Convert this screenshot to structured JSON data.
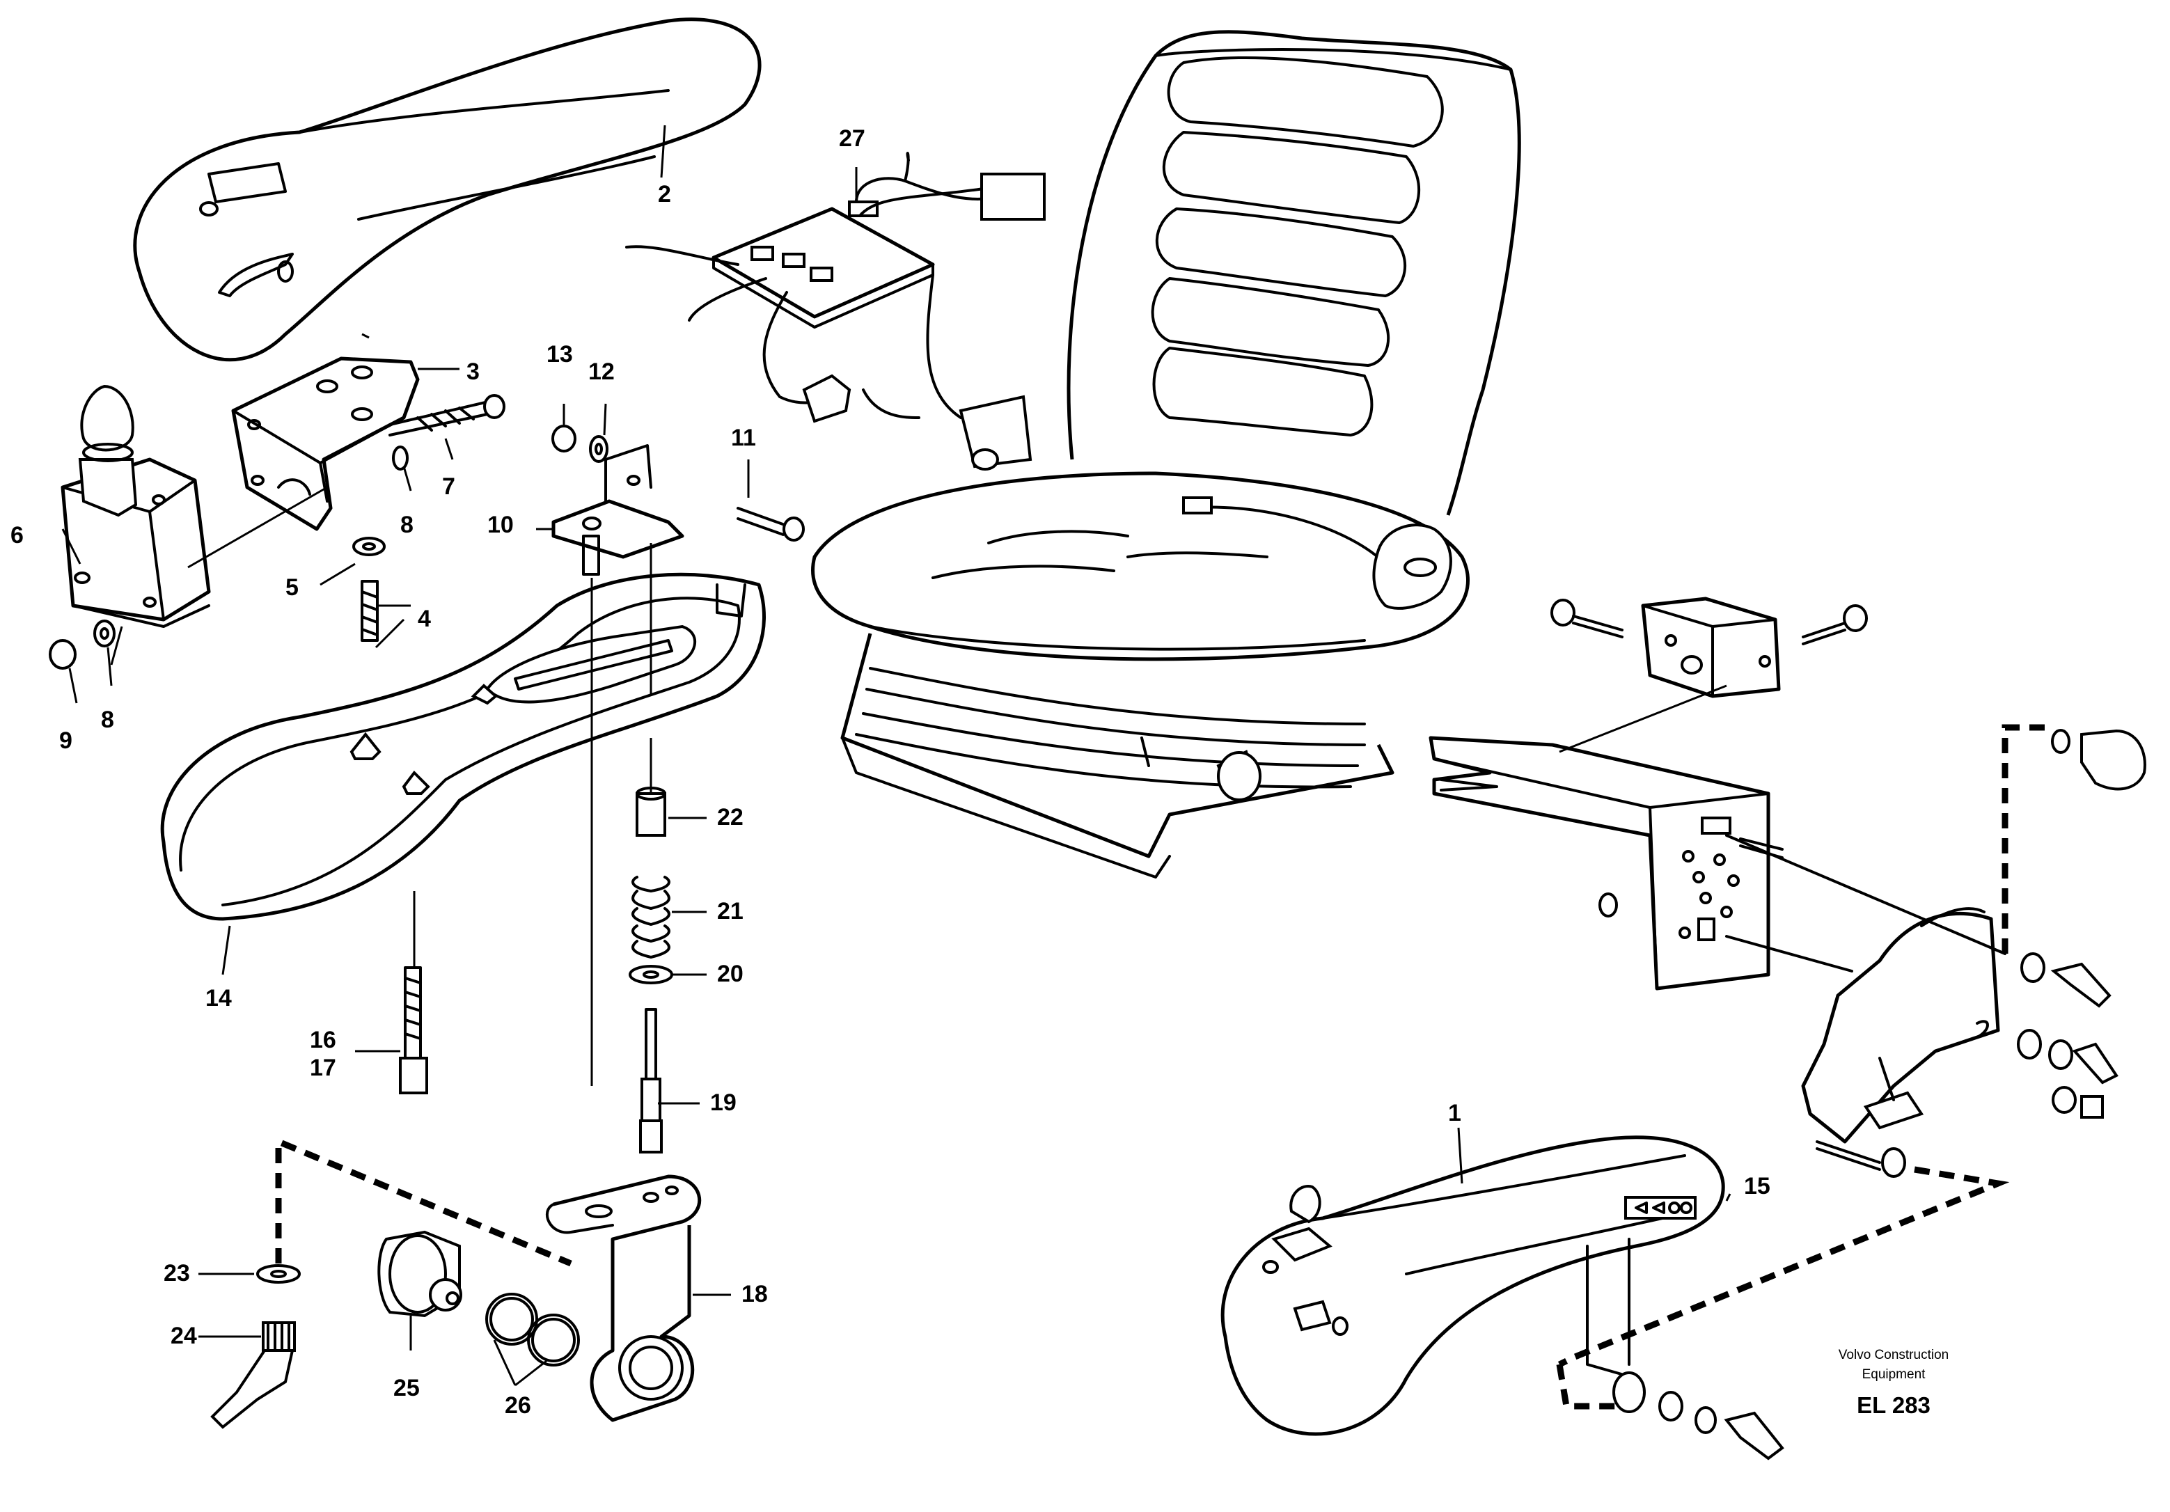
{
  "callouts": {
    "c1": "1",
    "c2": "2",
    "c3": "3",
    "c4": "4",
    "c5": "5",
    "c6": "6",
    "c7": "7",
    "c8a": "8",
    "c8b": "8",
    "c9": "9",
    "c10": "10",
    "c11": "11",
    "c12": "12",
    "c13": "13",
    "c14": "14",
    "c15": "15",
    "c16": "16",
    "c17": "17",
    "c18": "18",
    "c19": "19",
    "c20": "20",
    "c21": "21",
    "c22": "22",
    "c23": "23",
    "c24": "24",
    "c25": "25",
    "c26": "26",
    "c27": "27"
  },
  "credit": {
    "line1": "Volvo Construction",
    "line2": "Equipment",
    "code": "EL 283"
  },
  "parts": {
    "seat": "seat-icon",
    "armrest_pad": "armrest-pad-icon",
    "armrest_tray": "armrest-tray-icon",
    "joystick": "joystick-icon",
    "bracket": "bracket-icon",
    "control_board": "circuit-board-icon",
    "armrest_support": "armrest-support-icon",
    "mounting_bracket": "mounting-bracket-icon",
    "assembled_armrest": "armrest-assembly-icon"
  }
}
